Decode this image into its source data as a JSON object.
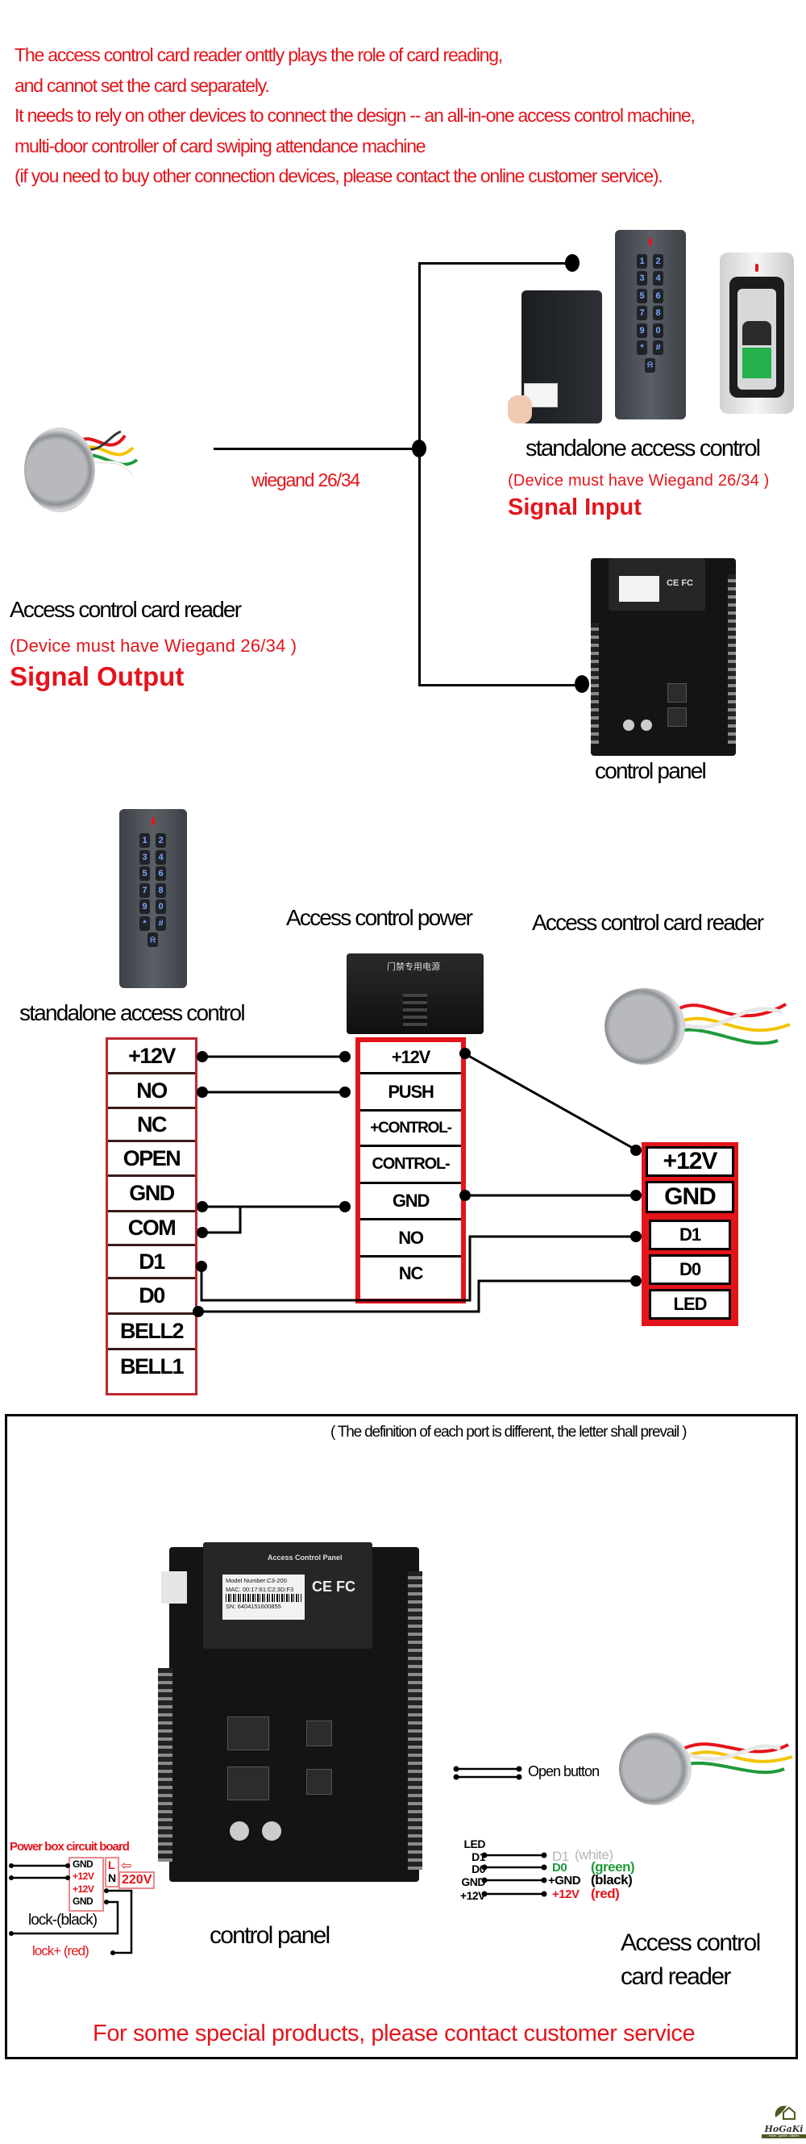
{
  "intro": {
    "lines": [
      "The access control card  reader onttly plays the role of card reading,",
      " and cannot set the card separately.",
      "It needs to rely on other devices  to connect the design -- an all-in-one access control machine,",
      "multi-door controller of card swiping attendance machine",
      "(if you need to buy other connection devices, please contact the online customer service)."
    ]
  },
  "topology": {
    "wire_label": "wiegand 26/34",
    "standalone": {
      "title": "standalone access control",
      "note": "(Device must have Wiegand 26/34 )",
      "signal": "Signal Input"
    },
    "reader": {
      "title": "Access control card reader",
      "note": "(Device must have Wiegand 26/34 )",
      "signal": "Signal Output"
    },
    "panel_title": "control panel",
    "keypad_keys": [
      "1",
      "2",
      "3",
      "4",
      "5",
      "6",
      "7",
      "8",
      "9",
      "0",
      "*",
      "#"
    ]
  },
  "wiring": {
    "standalone_title": "standalone access control",
    "power_title": "Access control power",
    "reader_title": "Access control card reader",
    "power_box_text": "门禁专用电源",
    "standalone_terminals": [
      "+12V",
      "NO",
      "NC",
      "OPEN",
      "GND",
      "COM",
      "D1",
      "D0",
      "BELL2",
      "BELL1"
    ],
    "power_terminals": [
      "+12V",
      "PUSH",
      "+CONTROL-",
      "CONTROL-",
      "GND",
      "NO",
      "NC"
    ],
    "reader_terminals": [
      "+12V",
      "GND",
      "D1",
      "D0",
      "LED"
    ]
  },
  "panel_section": {
    "note": "( The definition of each port is different, the letter shall prevail )",
    "panel_cover_label": "Access Control Panel",
    "sticker": {
      "model": "Model Number:C3-200",
      "mac": "MAC: 00:17:61:C2:3D:F3",
      "sn": "SN: 6404151600855"
    },
    "cert_marks": "CE FC",
    "power_box": {
      "title": "Power box circuit board",
      "terminals": [
        "GND",
        "+12V",
        "+12V",
        "GND"
      ],
      "ln": [
        "L",
        "N"
      ],
      "mains": "220V",
      "lock_minus": "lock-(black)",
      "lock_plus": "lock+ (red)"
    },
    "open_button": "Open button",
    "panel_ports": [
      "LED",
      "D1",
      "D0",
      "GND",
      "+12V"
    ],
    "reader_wires": [
      {
        "pin": "D1",
        "color_name": "(white)",
        "color": "#b5b5b5"
      },
      {
        "pin": "D0",
        "color_name": "(green)",
        "color": "#1f9a3a"
      },
      {
        "pin": "+GND",
        "color_name": "(black)",
        "color": "#000000"
      },
      {
        "pin": "+12V",
        "color_name": "(red)",
        "color": "#e4141b"
      }
    ],
    "panel_title": "control panel",
    "reader_title_line1": "Access control",
    "reader_title_line2": "card reader",
    "footer_note": "For some special products, please contact customer service"
  },
  "logo": {
    "brand": "HoGaKi",
    "tagline": "Home - garden - kitchen"
  },
  "colors": {
    "accent_red": "#e4141b",
    "terminal_border": "#c0262c",
    "green": "#1f9a3a",
    "logo_green": "#4d5a23"
  }
}
